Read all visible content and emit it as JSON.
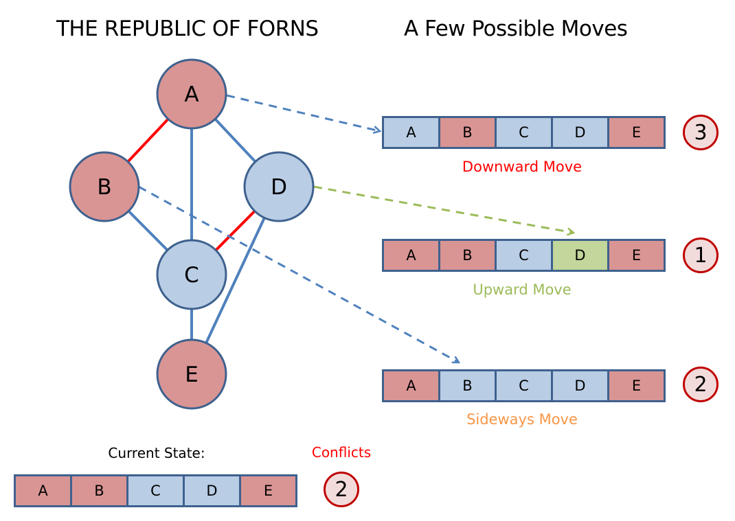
{
  "titles": {
    "left": "THE REPUBLIC OF FORNS",
    "right": "A Few Possible Moves"
  },
  "colors": {
    "red_state": "#d99594",
    "blue_state": "#b9cde5",
    "green_state": "#c3d69b",
    "node_border": "#3e618e",
    "edge_ok": "#4f81bd",
    "edge_conflict": "#ff0000",
    "arrow_blue": "#4f81bd",
    "arrow_green": "#9bbb59",
    "downward_label": "#ff0000",
    "upward_label": "#9bbb59",
    "sideways_label": "#f79646",
    "conflicts_label": "#ff0000",
    "badge_border": "#c00000",
    "badge_fill": "#f2dcdb"
  },
  "graph": {
    "nodes": [
      {
        "id": "A",
        "label": "A",
        "state": "red"
      },
      {
        "id": "B",
        "label": "B",
        "state": "red"
      },
      {
        "id": "C",
        "label": "C",
        "state": "blue"
      },
      {
        "id": "D",
        "label": "D",
        "state": "blue"
      },
      {
        "id": "E",
        "label": "E",
        "state": "red"
      }
    ],
    "edges": [
      {
        "from": "A",
        "to": "B",
        "conflict": true
      },
      {
        "from": "A",
        "to": "C",
        "conflict": false
      },
      {
        "from": "A",
        "to": "D",
        "conflict": false
      },
      {
        "from": "B",
        "to": "C",
        "conflict": false
      },
      {
        "from": "C",
        "to": "D",
        "conflict": true
      },
      {
        "from": "C",
        "to": "E",
        "conflict": false
      },
      {
        "from": "D",
        "to": "E",
        "conflict": false
      }
    ]
  },
  "moves": [
    {
      "name": "Downward Move",
      "label_color": "downward_label",
      "arrow_from": "A",
      "arrow_color": "arrow_blue",
      "cells": [
        {
          "label": "A",
          "state": "blue"
        },
        {
          "label": "B",
          "state": "red"
        },
        {
          "label": "C",
          "state": "blue"
        },
        {
          "label": "D",
          "state": "blue"
        },
        {
          "label": "E",
          "state": "red"
        }
      ],
      "conflicts": "3"
    },
    {
      "name": "Upward Move",
      "label_color": "upward_label",
      "arrow_from": "D",
      "arrow_color": "arrow_green",
      "cells": [
        {
          "label": "A",
          "state": "red"
        },
        {
          "label": "B",
          "state": "red"
        },
        {
          "label": "C",
          "state": "blue"
        },
        {
          "label": "D",
          "state": "green"
        },
        {
          "label": "E",
          "state": "red"
        }
      ],
      "conflicts": "1"
    },
    {
      "name": "Sideways Move",
      "label_color": "sideways_label",
      "arrow_from": "B",
      "arrow_color": "arrow_blue",
      "cells": [
        {
          "label": "A",
          "state": "red"
        },
        {
          "label": "B",
          "state": "blue"
        },
        {
          "label": "C",
          "state": "blue"
        },
        {
          "label": "D",
          "state": "blue"
        },
        {
          "label": "E",
          "state": "red"
        }
      ],
      "conflicts": "2"
    }
  ],
  "current": {
    "label": "Current State:",
    "conflicts_label": "Conflicts",
    "cells": [
      {
        "label": "A",
        "state": "red"
      },
      {
        "label": "B",
        "state": "red"
      },
      {
        "label": "C",
        "state": "blue"
      },
      {
        "label": "D",
        "state": "blue"
      },
      {
        "label": "E",
        "state": "red"
      }
    ],
    "conflicts": "2"
  }
}
